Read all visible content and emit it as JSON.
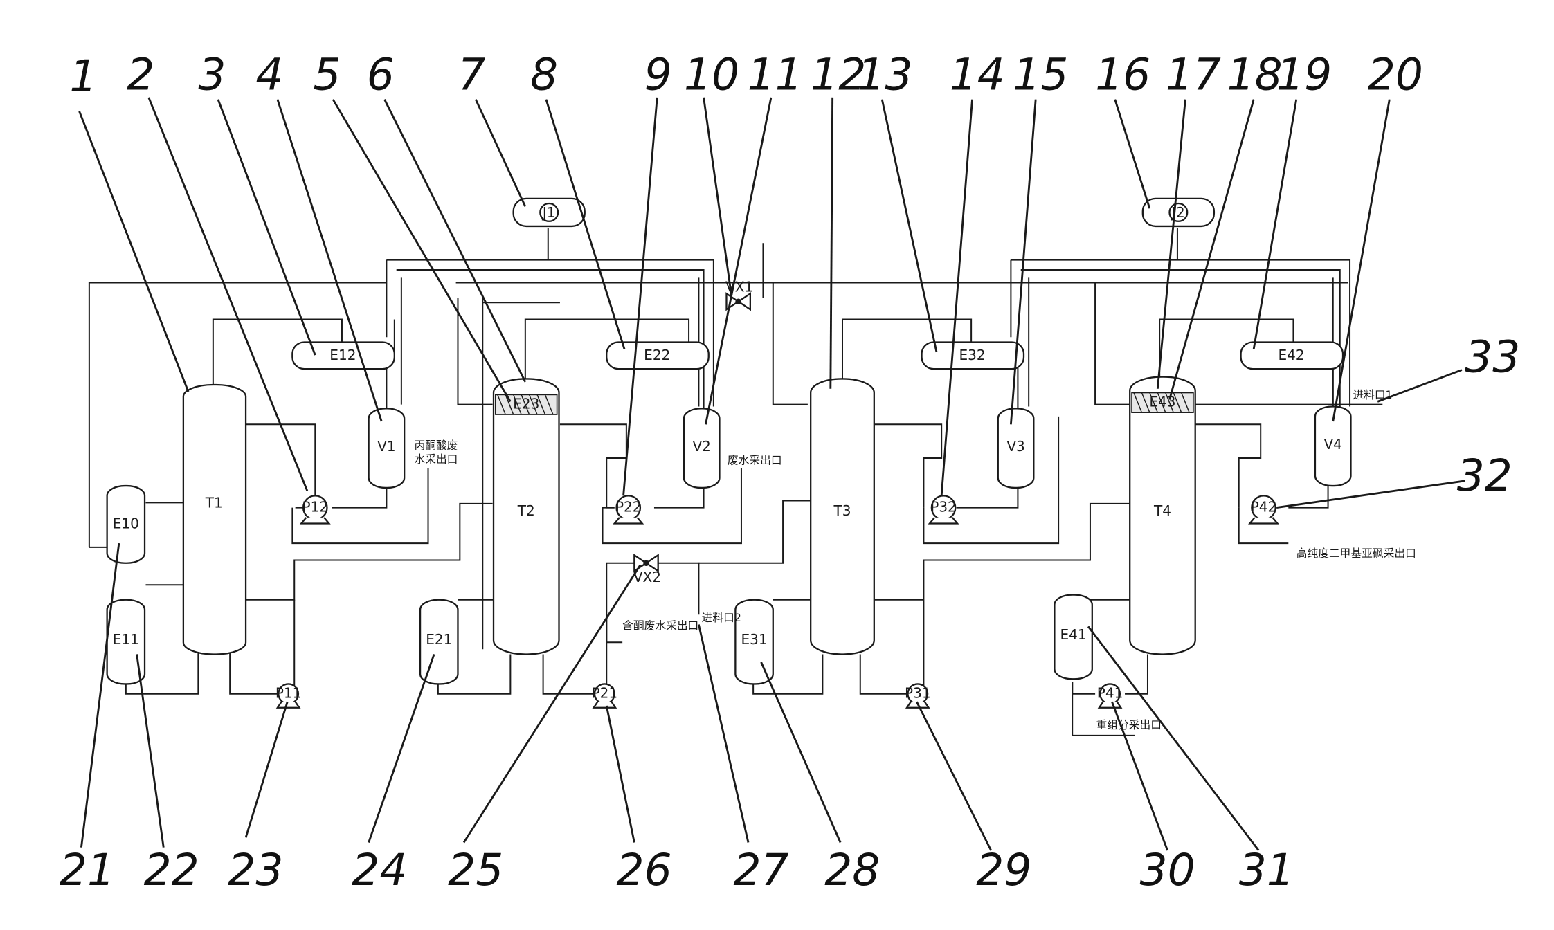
{
  "equipment": {
    "T1": "T1",
    "T2": "T2",
    "T3": "T3",
    "T4": "T4",
    "E10": "E10",
    "E11": "E11",
    "E12": "E12",
    "E21": "E21",
    "E22": "E22",
    "E23": "E23",
    "E31": "E31",
    "E32": "E32",
    "E41": "E41",
    "E42": "E42",
    "E43": "E43",
    "V1": "V1",
    "V2": "V2",
    "V3": "V3",
    "V4": "V4",
    "P11": "P11",
    "P12": "P12",
    "P21": "P21",
    "P22": "P22",
    "P31": "P31",
    "P32": "P32",
    "P41": "P41",
    "P42": "P42",
    "J1": "J1",
    "J2": "J2",
    "VX1": "VX1",
    "VX2": "VX2"
  },
  "notes": {
    "v1_outlet_line1": "丙酮酸废",
    "v1_outlet_line2": "水采出口",
    "v2_outlet": "废水采出口",
    "t2_bottom_outlet": "含酮废水采出口",
    "feed_2": "进料口2",
    "feed_1": "进料口1",
    "t4_product_outlet": "高纯度二甲基亚砜采出口",
    "t4_bottom_outlet": "重组分采出口"
  },
  "callouts": [
    "1",
    "2",
    "3",
    "4",
    "5",
    "6",
    "7",
    "8",
    "9",
    "10",
    "11",
    "12",
    "13",
    "14",
    "15",
    "16",
    "17",
    "18",
    "19",
    "20",
    "21",
    "22",
    "23",
    "24",
    "25",
    "26",
    "27",
    "28",
    "29",
    "30",
    "31",
    "32",
    "33"
  ]
}
